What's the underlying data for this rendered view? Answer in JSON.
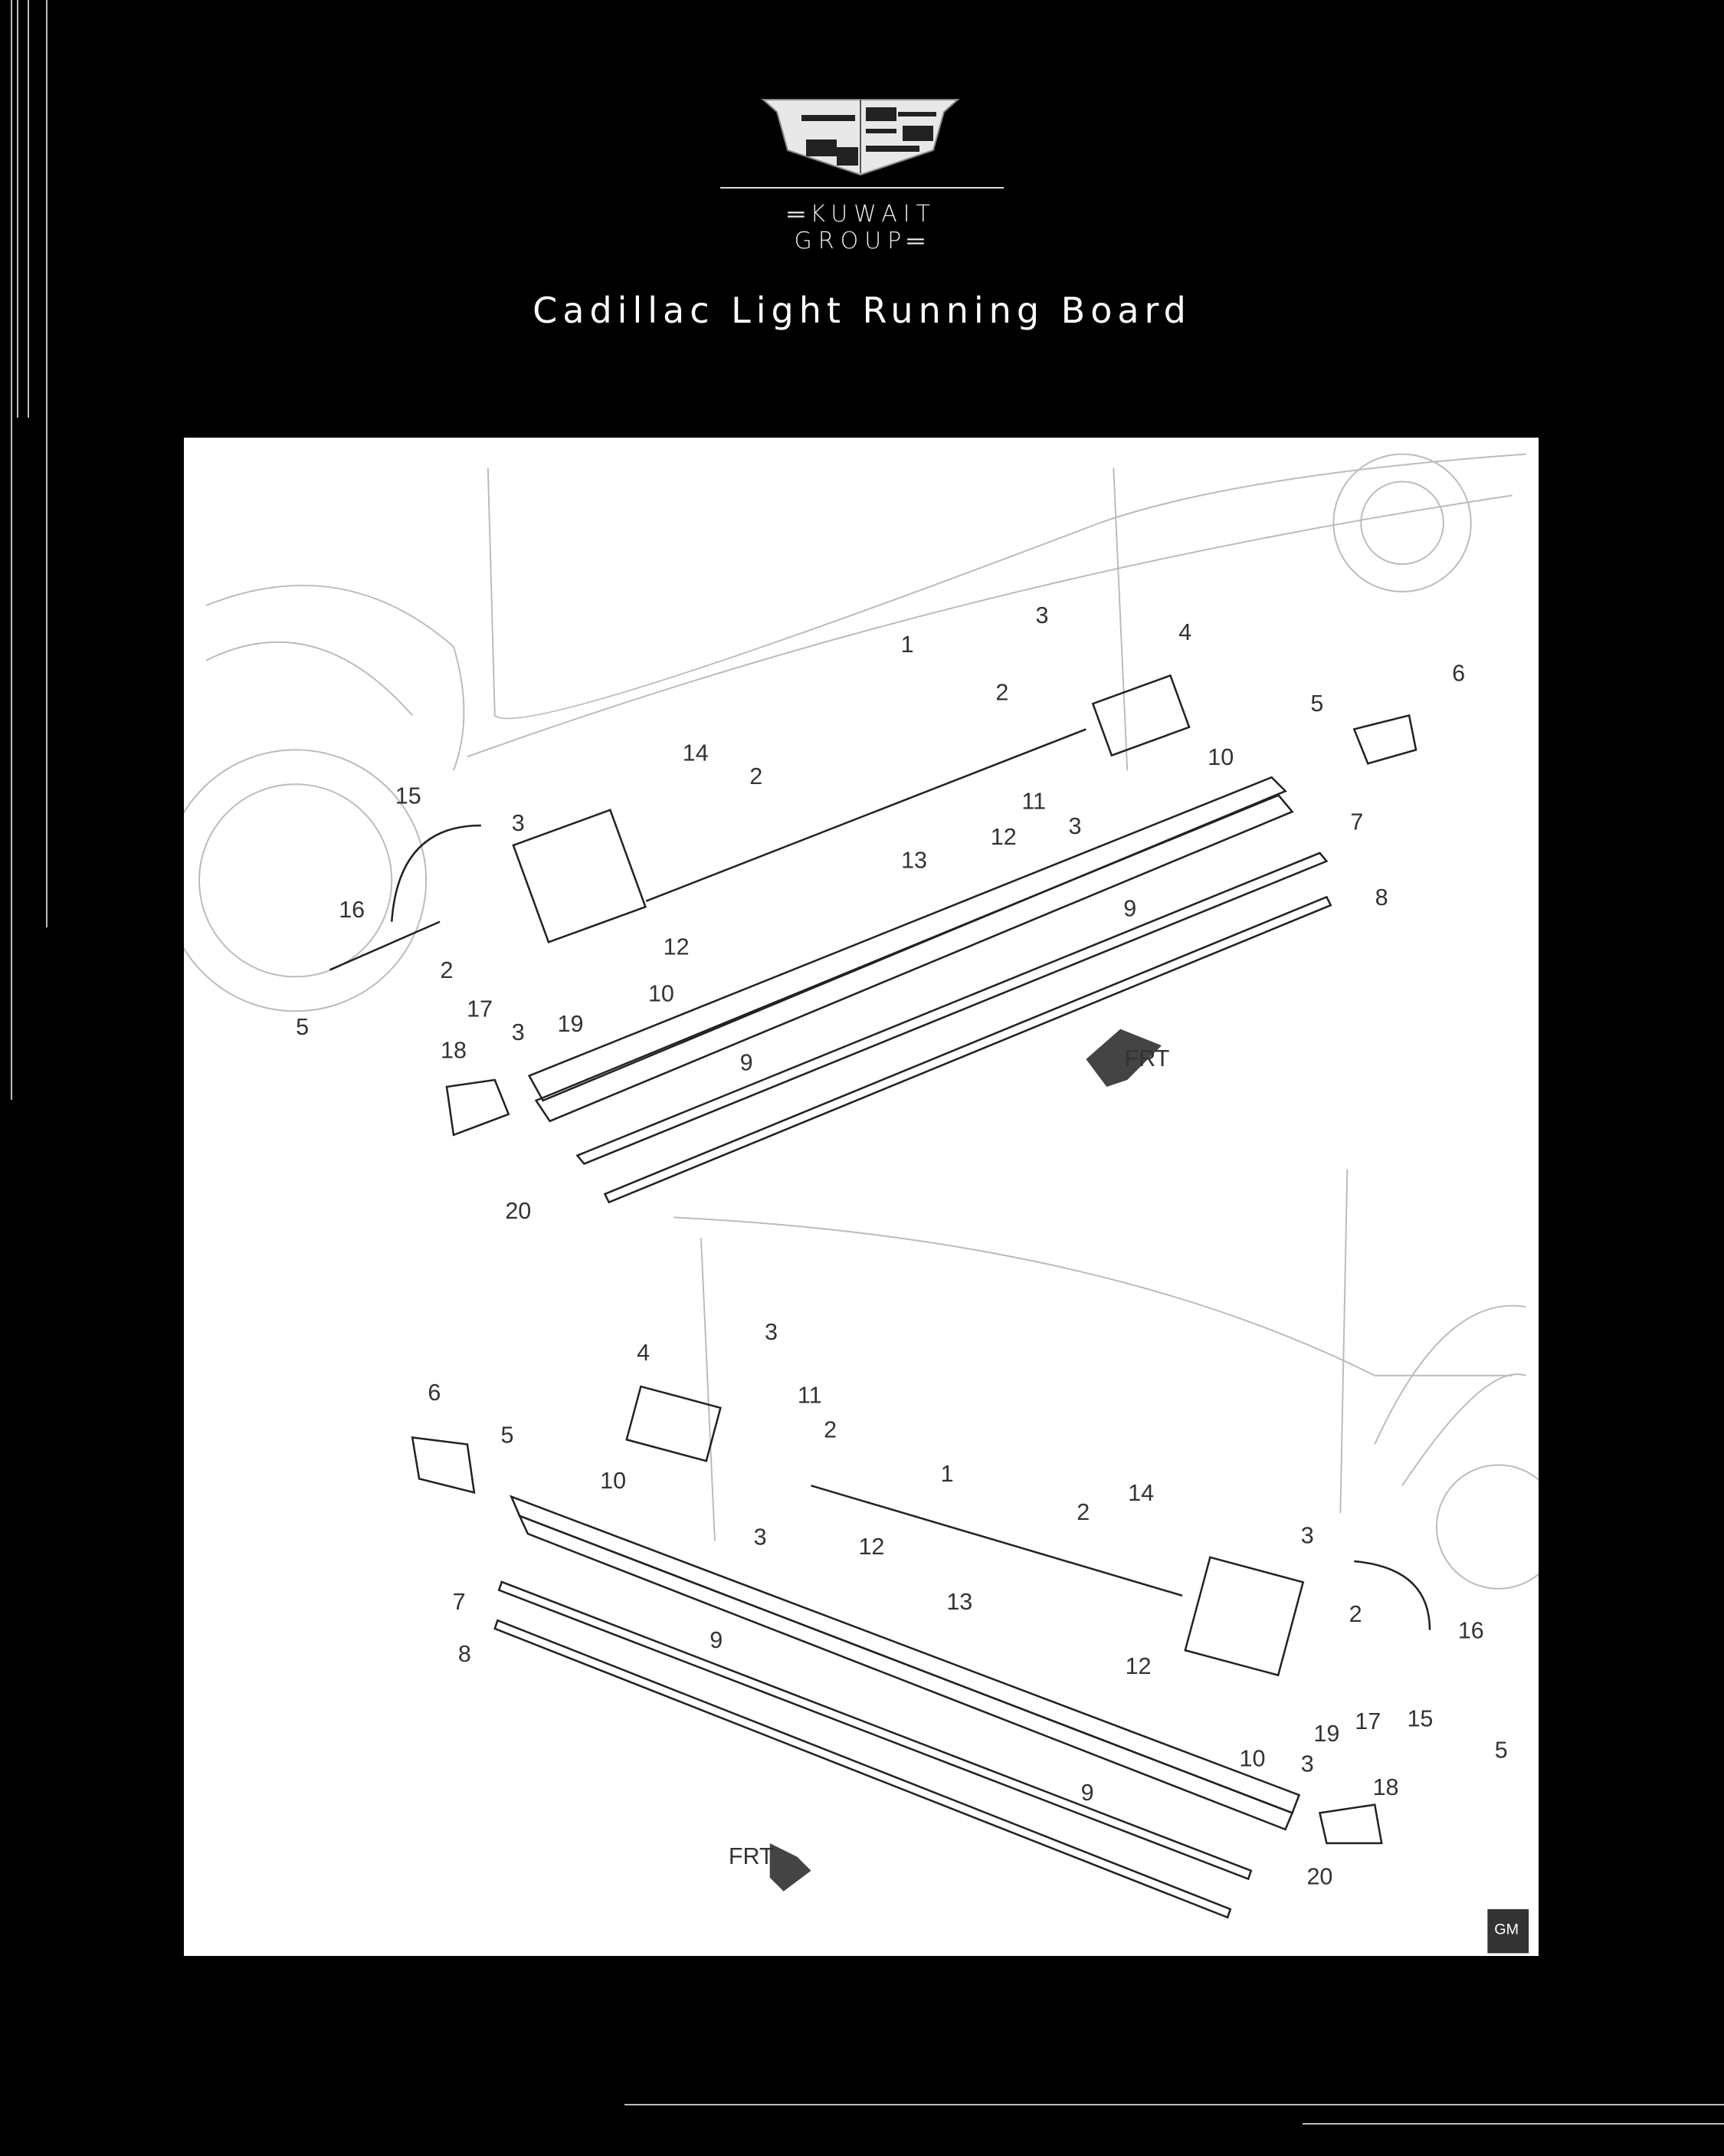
{
  "header": {
    "brand": "═KUWAIT GROUP═",
    "title": "Cadillac Light Running Board"
  },
  "diagram": {
    "front_label": "FRT",
    "gm_badge": "GM",
    "top_callouts": [
      "1",
      "3",
      "4",
      "2",
      "6",
      "5",
      "10",
      "11",
      "12",
      "3",
      "14",
      "2",
      "15",
      "3",
      "13",
      "7",
      "8",
      "9",
      "16",
      "2",
      "12",
      "10",
      "17",
      "3",
      "19",
      "5",
      "18",
      "9",
      "20"
    ],
    "bottom_callouts": [
      "4",
      "3",
      "11",
      "2",
      "6",
      "5",
      "10",
      "1",
      "14",
      "2",
      "3",
      "12",
      "3",
      "13",
      "7",
      "9",
      "8",
      "2",
      "16",
      "12",
      "19",
      "17",
      "15",
      "10",
      "3",
      "5",
      "9",
      "18",
      "20"
    ],
    "highlight_color": "#c9b400"
  }
}
